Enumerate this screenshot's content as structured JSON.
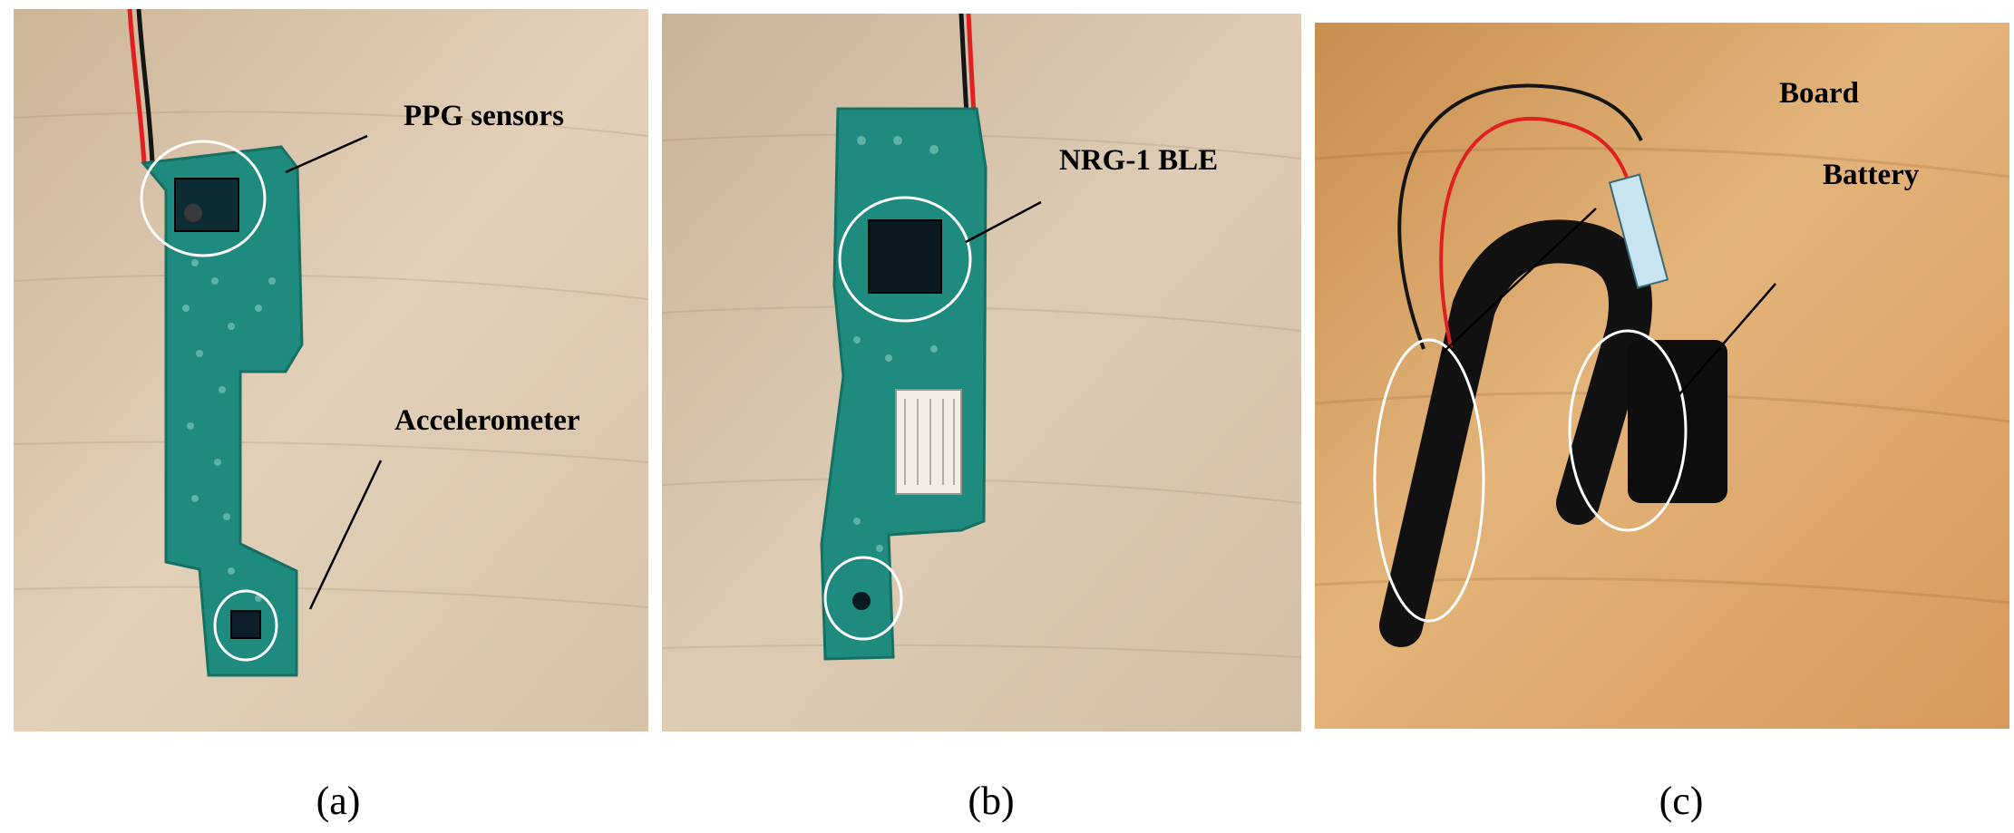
{
  "figure": {
    "panels": [
      {
        "id": "a",
        "caption": "(a)",
        "labels": {
          "ppg": "PPG sensors",
          "accel": "Accelerometer"
        }
      },
      {
        "id": "b",
        "caption": "(b)",
        "labels": {
          "ble": "NRG-1 BLE"
        }
      },
      {
        "id": "c",
        "caption": "(c)",
        "labels": {
          "board": "Board",
          "battery": "Battery"
        }
      }
    ]
  },
  "colors": {
    "pcb": "#1f8a7e",
    "wood_a": "#d9c4aa",
    "wood_c": "#d9a05f",
    "wire_red": "#e02020",
    "wire_black": "#151515",
    "highlight_circle": "#ffffff"
  }
}
